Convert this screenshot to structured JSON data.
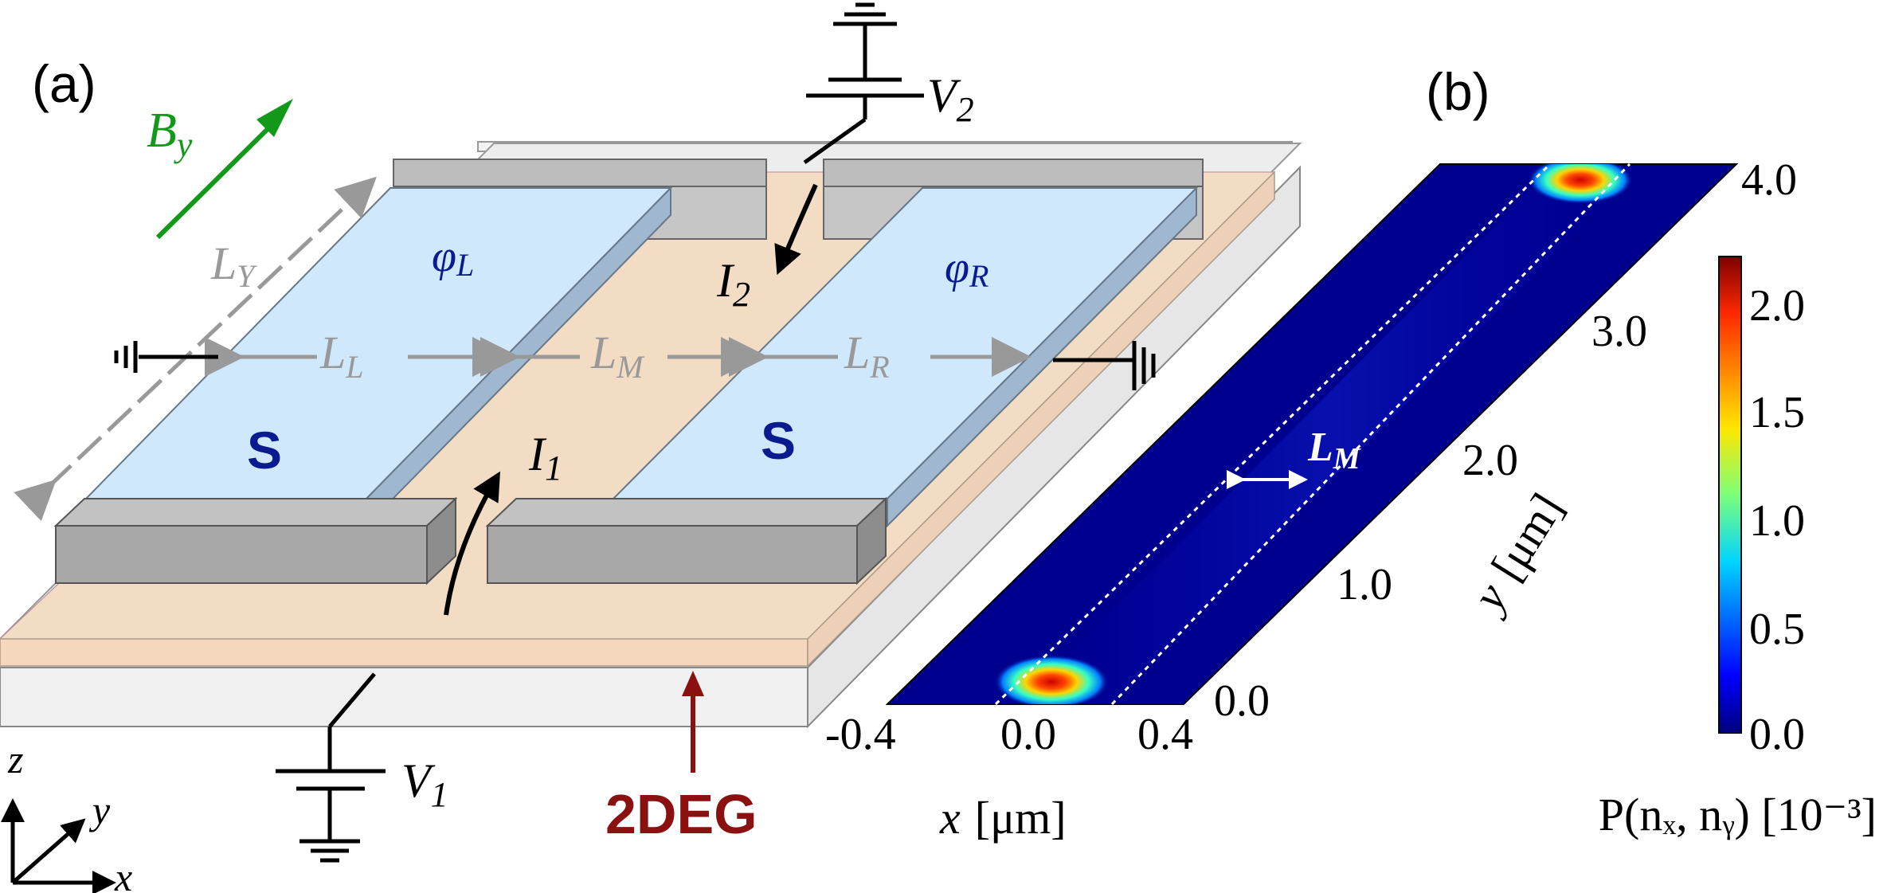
{
  "panel_a": {
    "label": "(a)",
    "field": {
      "symbol": "B",
      "sub": "y"
    },
    "superconductor_left": {
      "label": "S",
      "phase_symbol": "φ",
      "phase_sub": "L"
    },
    "superconductor_right": {
      "label": "S",
      "phase_symbol": "φ",
      "phase_sub": "R"
    },
    "lengths": {
      "LY": {
        "symbol": "L",
        "sub": "Y"
      },
      "LL": {
        "symbol": "L",
        "sub": "L"
      },
      "LM": {
        "symbol": "L",
        "sub": "M"
      },
      "LR": {
        "symbol": "L",
        "sub": "R"
      }
    },
    "currents": {
      "I1": {
        "symbol": "I",
        "sub": "1"
      },
      "I2": {
        "symbol": "I",
        "sub": "2"
      }
    },
    "voltages": {
      "V1": {
        "symbol": "V",
        "sub": "1"
      },
      "V2": {
        "symbol": "V",
        "sub": "2"
      }
    },
    "layer_label": "2DEG",
    "axes": {
      "z": "z",
      "y": "y",
      "x": "x"
    },
    "colors": {
      "superconductor_top": "#cfe8fb",
      "superconductor_side": "#9fb8cf",
      "contact_top": "#c0c0c0",
      "contact_front": "#a6a6a6",
      "twodeg": "#f2dcc4",
      "substrate": "#eeeeee",
      "field_arrow": "#13991a",
      "twodeg_arrow": "#8b1111",
      "dimension": "#999999",
      "phase_text": "#0a1a8f"
    }
  },
  "panel_b": {
    "label": "(b)",
    "x_ticks": [
      "-0.4",
      "0.0",
      "0.4"
    ],
    "x_label": {
      "var": "x",
      "unit": "[μm]"
    },
    "y_ticks": [
      "0.0",
      "1.0",
      "2.0",
      "3.0",
      "4.0"
    ],
    "y_label": {
      "var": "y",
      "unit": "[μm]"
    },
    "gap_label": {
      "symbol": "L",
      "sub": "M"
    },
    "colorbar_ticks": [
      "0.0",
      "0.5",
      "1.0",
      "1.5",
      "2.0"
    ],
    "colorbar_label": "P(nₓ, nᵧ) [10⁻³]",
    "colors": {
      "background": "#00008f",
      "peak": "#e21a1a"
    }
  }
}
